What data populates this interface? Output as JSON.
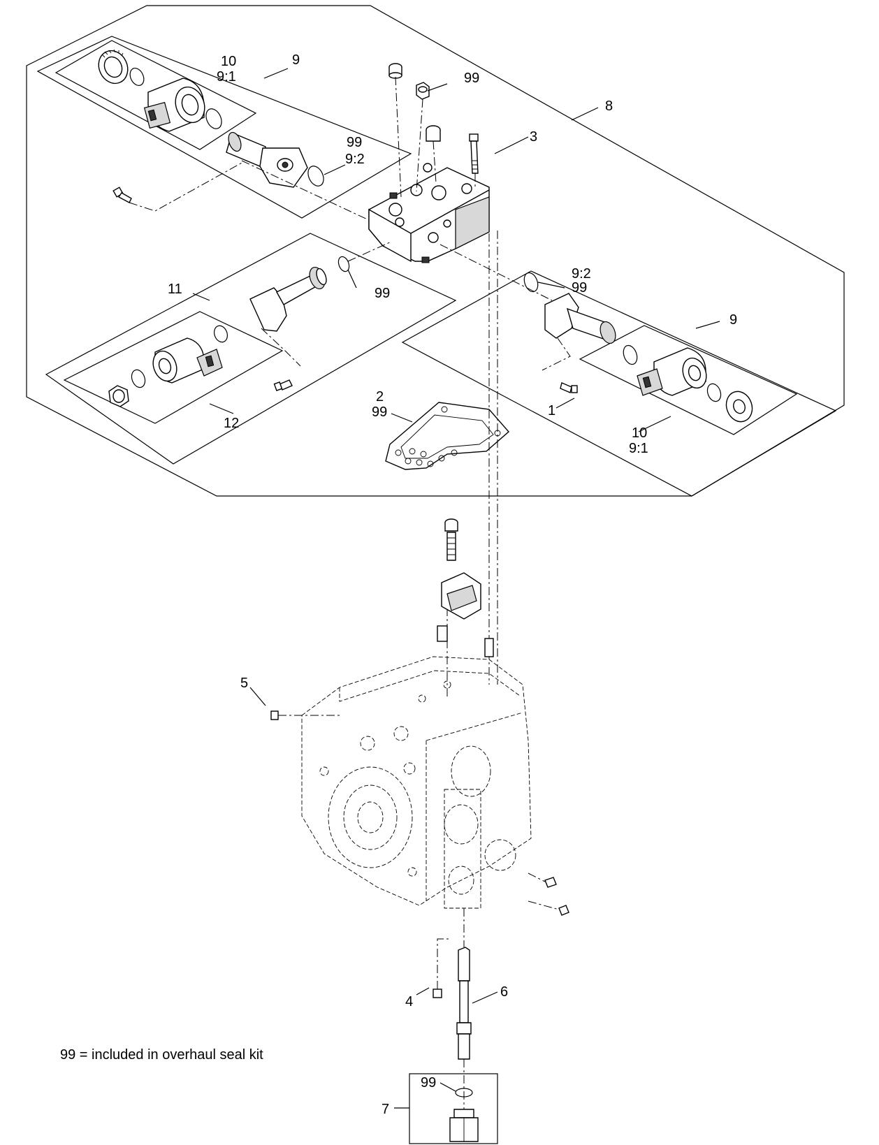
{
  "callouts": {
    "c10_top": "10",
    "c9_1_top": "9:1",
    "c9_topleft": "9",
    "c99_topnut": "99",
    "c8": "8",
    "c99_left_oring": "99",
    "c9_2_left": "9:2",
    "c3": "3",
    "c11": "11",
    "c99_spool_left": "99",
    "c9_2_right": "9:2",
    "c99_right_oring": "99",
    "c9_right": "9",
    "c2": "2",
    "c99_gasket": "99",
    "c1": "1",
    "c12": "12",
    "c10_bottom": "10",
    "c9_1_bottom": "9:1",
    "c5": "5",
    "c4": "4",
    "c6": "6",
    "c99_bottom": "99",
    "c7": "7"
  },
  "legend": {
    "note": "99 = included in overhaul seal kit"
  },
  "icons": [
    "solenoid-coil-icon",
    "o-ring-icon",
    "spool-valve-icon",
    "gasket-icon",
    "pump-housing-icon",
    "screw-icon",
    "nut-icon",
    "fitting-icon"
  ]
}
